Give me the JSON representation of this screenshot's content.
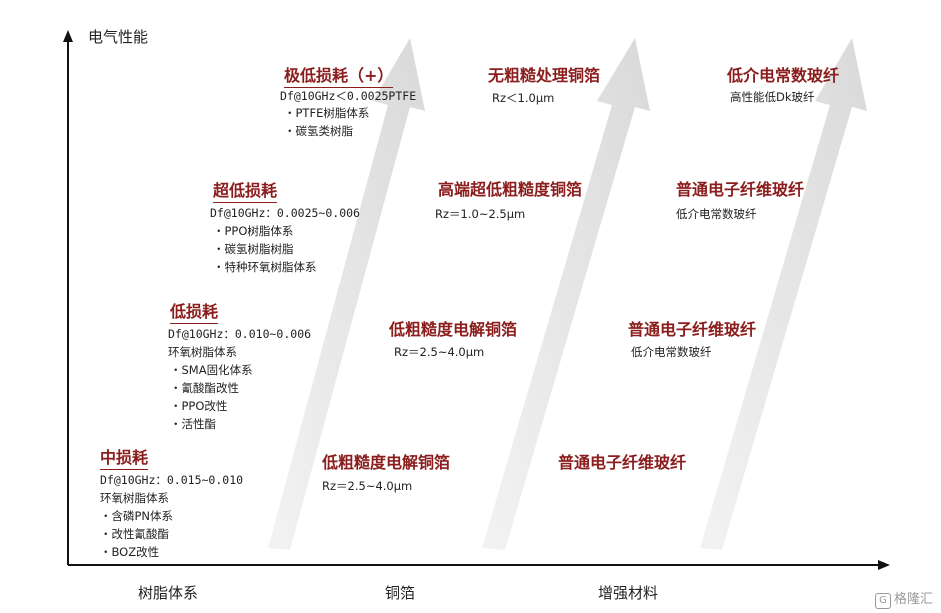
{
  "axes": {
    "y_label": "电气性能",
    "x_labels": [
      "树脂体系",
      "铜箔",
      "增强材料"
    ]
  },
  "resin": [
    {
      "title": "极低损耗（+）",
      "df": "Df@10GHz＜0.0025PTFE",
      "items": [
        "PTFE树脂体系",
        "碳氢类树脂"
      ]
    },
    {
      "title": "超低损耗",
      "df": "Df@10GHz：0.0025~0.006",
      "items": [
        "PPO树脂体系",
        "碳氢树脂树脂",
        "特种环氧树脂体系"
      ]
    },
    {
      "title": "低损耗",
      "df": "Df@10GHz：0.010~0.006",
      "sub": "环氧树脂体系",
      "items": [
        "SMA固化体系",
        "氰酸酯改性",
        "PPO改性",
        "活性酯"
      ]
    },
    {
      "title": "中损耗",
      "df": "Df@10GHz：0.015~0.010",
      "sub": "环氧树脂体系",
      "items": [
        "含磷PN体系",
        "改性氰酸酯",
        "BOZ改性"
      ]
    }
  ],
  "copper": [
    {
      "title": "无粗糙处理铜箔",
      "rz": "Rz＜1.0μm"
    },
    {
      "title": "高端超低粗糙度铜箔",
      "rz": "Rz＝1.0~2.5μm"
    },
    {
      "title": "低粗糙度电解铜箔",
      "rz": "Rz＝2.5~4.0μm"
    },
    {
      "title": "低粗糙度电解铜箔",
      "rz": "Rz＝2.5~4.0μm"
    }
  ],
  "glass": [
    {
      "title": "低介电常数玻纤",
      "desc": "高性能低Dk玻纤"
    },
    {
      "title": "普通电子纤维玻纤",
      "desc": "低介电常数玻纤"
    },
    {
      "title": "普通电子纤维玻纤",
      "desc": "低介电常数玻纤"
    },
    {
      "title": "普通电子纤维玻纤",
      "desc": ""
    }
  ],
  "watermark": "格隆汇",
  "colors": {
    "title_red": "#8b1d1d",
    "arrow_gray": "#e6e6e6",
    "axis": "#111111"
  }
}
